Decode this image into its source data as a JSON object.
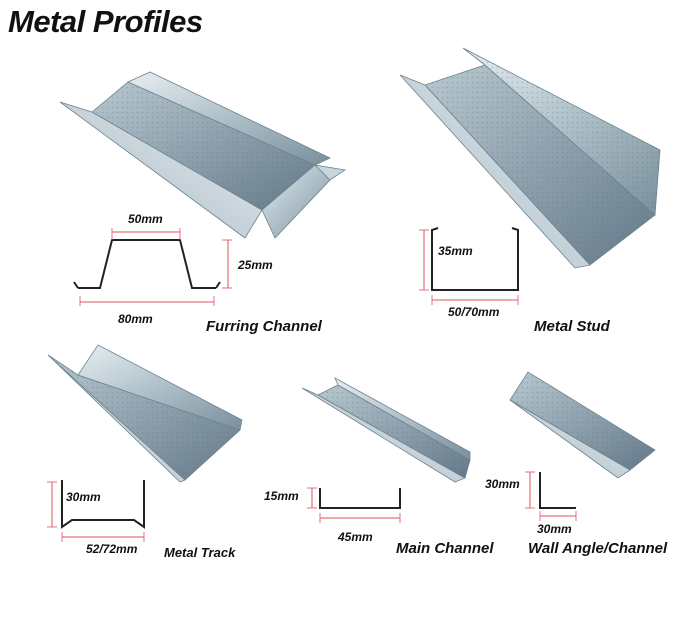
{
  "title": "Metal Profiles",
  "products": [
    {
      "name": "Furring Channel",
      "dims": [
        "50mm",
        "25mm",
        "80mm"
      ]
    },
    {
      "name": "Metal Stud",
      "dims": [
        "35mm",
        "50/70mm"
      ]
    },
    {
      "name": "Metal Track",
      "dims": [
        "30mm",
        "52/72mm"
      ]
    },
    {
      "name": "Main Channel",
      "dims": [
        "15mm",
        "45mm"
      ]
    },
    {
      "name": "Wall Angle/Channel",
      "dims": [
        "30mm",
        "30mm"
      ]
    }
  ],
  "colors": {
    "metal_light": "#d4e0e6",
    "metal_mid": "#9db0ba",
    "metal_dark": "#6d8391",
    "dimension_lines": "#e05060"
  }
}
